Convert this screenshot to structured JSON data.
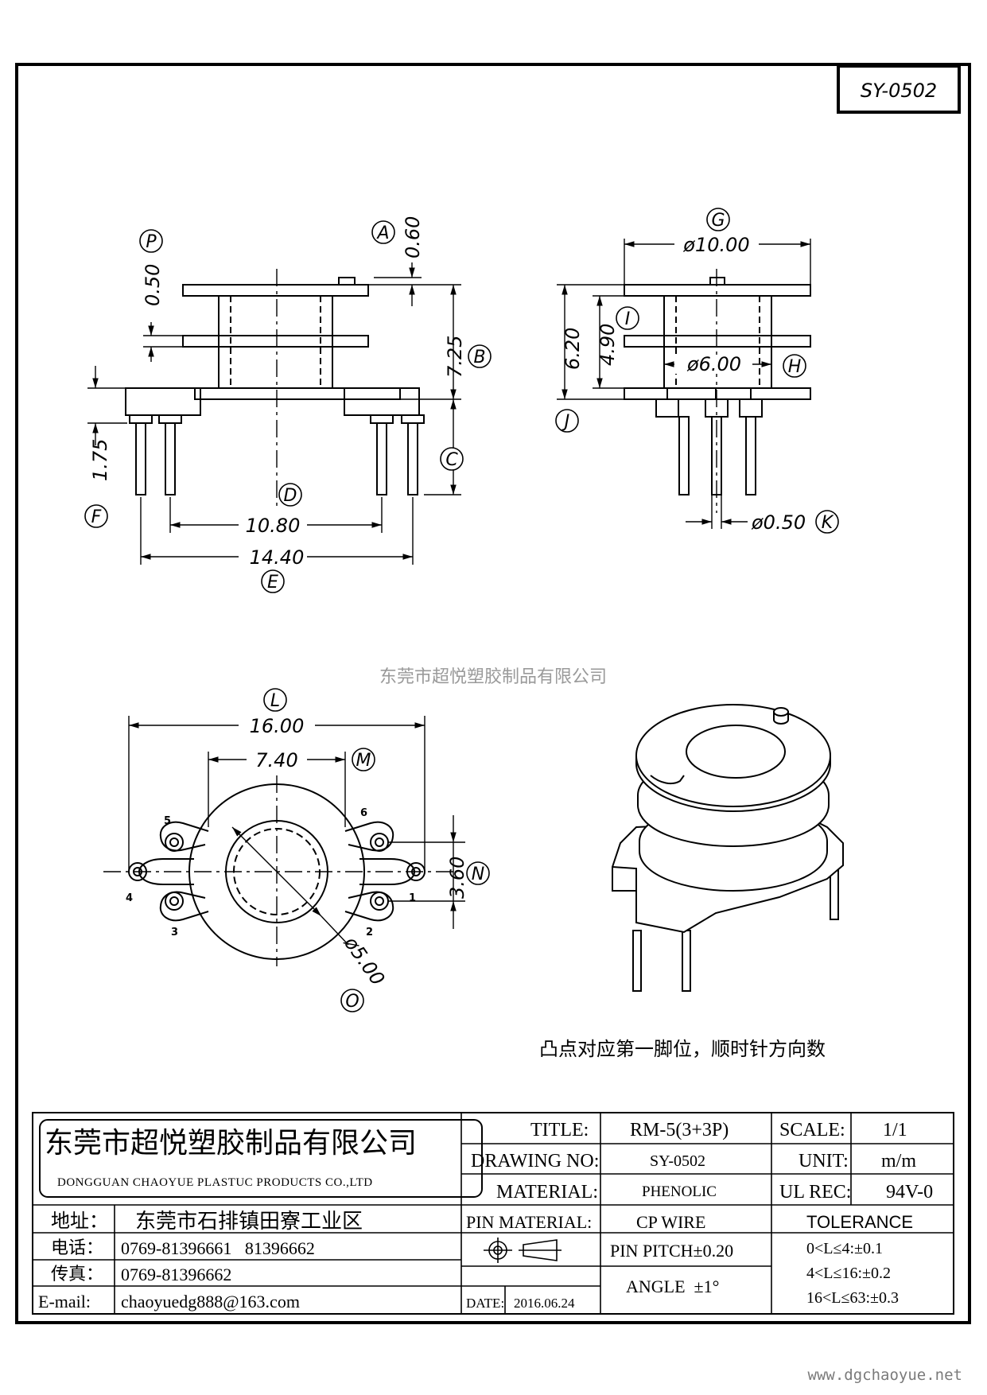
{
  "part_number": "SY-0502",
  "watermark": "东莞市超悦塑胶制品有限公司",
  "note": "凸点对应第一脚位，顺时针方向数",
  "website": "www.dgchaoyue.net",
  "side_view": {
    "dims": {
      "A": "0.60",
      "P": "0.50",
      "B": "7.25",
      "C": "1.75",
      "D": "10.80",
      "E": "14.40"
    },
    "markers": [
      "A",
      "P",
      "B",
      "C",
      "D",
      "E",
      "F"
    ]
  },
  "end_view": {
    "dims": {
      "G": "ø10.00",
      "I": "4.90",
      "J": "6.20",
      "H": "ø6.00",
      "K": "ø0.50"
    },
    "markers": [
      "G",
      "I",
      "H",
      "J",
      "K"
    ]
  },
  "top_view": {
    "dims": {
      "L": "16.00",
      "M": "7.40",
      "N": "3.60",
      "O": "ø5.00"
    },
    "markers": [
      "L",
      "M",
      "N",
      "O"
    ],
    "pin_numbers": [
      "1",
      "2",
      "3",
      "4",
      "5",
      "6"
    ]
  },
  "title_block": {
    "company_cn": "东莞市超悦塑胶制品有限公司",
    "company_en": "DONGGUAN CHAOYUE PLASTUC PRODUCTS CO.,LTD",
    "address_label": "地址：",
    "address": "东莞市石排镇田寮工业区",
    "phone_label": "电话：",
    "phone": "0769-81396661   81396662",
    "fax_label": "传真：",
    "fax": "0769-81396662",
    "email_label": "E-mail:",
    "email": "chaoyuedg888@163.com",
    "title_label": "TITLE:",
    "title": "RM-5(3+3P)",
    "drawing_no_label": "DRAWING NO:",
    "drawing_no": "SY-0502",
    "material_label": "MATERIAL:",
    "material": "PHENOLIC",
    "pin_material_label": "PIN MATERIAL:",
    "pin_material": "CP WIRE",
    "pin_pitch": "PIN PITCH±0.20",
    "angle": "ANGLE  ±1°",
    "date_label": "DATE:",
    "date": "2016.06.24",
    "scale_label": "SCALE:",
    "scale": "1/1",
    "unit_label": "UNIT:",
    "unit": "m/m",
    "ul_rec_label": "UL REC:",
    "ul_rec": "94V-0",
    "tolerance_label": "TOLERANCE",
    "tolerances": [
      "0<L≤4:±0.1",
      "4<L≤16:±0.2",
      "16<L≤63:±0.3"
    ]
  }
}
